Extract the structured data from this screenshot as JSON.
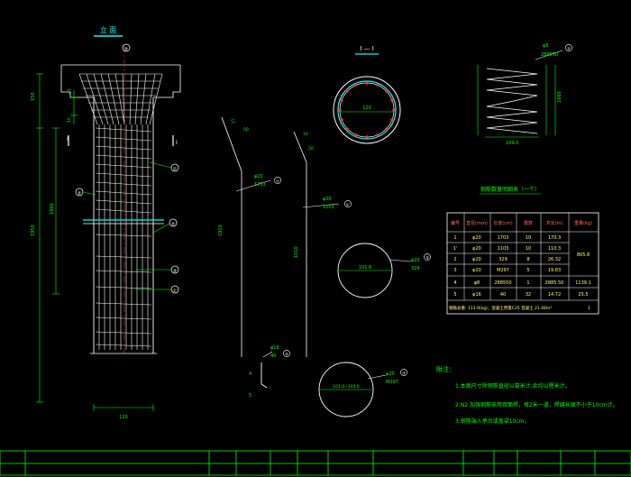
{
  "colors": {
    "background": "#000000",
    "line": "#ffffff",
    "green": "#00ff00",
    "cyan": "#00ffff",
    "yellow": "#ffff00",
    "red": "#ff3030",
    "table_header": "#ff6666",
    "table_text": "#ffff66"
  },
  "elevation": {
    "title": "立 面",
    "callouts": [
      "⑤",
      "①",
      "②",
      "③",
      "①'",
      "⑤"
    ],
    "dims_left": [
      "150",
      "1950",
      "1900"
    ],
    "dims_mid": [
      "45",
      "10"
    ],
    "dim_bottom": "120",
    "section_mark": "I"
  },
  "section": {
    "title": "I — I",
    "inner_dim": "120"
  },
  "spiral": {
    "callout": "④",
    "label_top": "φ8",
    "label_bottom": "288550",
    "height_dim": "1660",
    "width_dim": "109.0"
  },
  "bars": {
    "bar1": {
      "callout": "①",
      "dia": "φ20",
      "len": "1703",
      "top_dim": "12",
      "mid_dim": "50"
    },
    "bar1p": {
      "callout": "①'",
      "dia": "φ20",
      "len": "1103",
      "top_dim": "10",
      "mid_dim": "50",
      "height": "1010"
    },
    "bar2": {
      "callout": "②",
      "dia": "φ20",
      "len": "329",
      "diameter": "101.6"
    },
    "bar3": {
      "callout": "③",
      "dia": "φ20",
      "len": "M297",
      "diameter": "101.6~144.6"
    },
    "bar5": {
      "callout": "⑤",
      "dia": "φ16",
      "len": "40",
      "dims": [
        "4",
        "5"
      ]
    },
    "left_vertical": "1910"
  },
  "table": {
    "title": "钢筋数量明细表（一个）",
    "headers": [
      "编号",
      "直径(mm)",
      "长度(cm)",
      "根数",
      "共长(m)",
      "重量(kg)"
    ],
    "rows": [
      [
        "1",
        "φ20",
        "1703",
        "10",
        "170.3",
        ""
      ],
      [
        "1'",
        "φ20",
        "1103",
        "10",
        "110.3",
        ""
      ],
      [
        "2",
        "φ20",
        "329",
        "8",
        "26.32",
        ""
      ],
      [
        "3",
        "φ20",
        "M297",
        "5",
        "19.83",
        ""
      ],
      [
        "4",
        "φ8",
        "288550",
        "1",
        "2885.50",
        "1139.1"
      ],
      [
        "5",
        "φ16",
        "40",
        "32",
        "14.72",
        "25.5"
      ]
    ],
    "weight_merged": "805.8",
    "total": "钢筋总重: 113.9(kg)；混凝土用量C25 混凝土 21.48m³",
    "page_mark": "1"
  },
  "notes": {
    "title": "附注：",
    "items": [
      "1.本图尺寸除钢筋直径以毫米计,余均以厘米计。",
      "2.N2 加强钢筋采用双面焊，每2米一道，焊缝长度不小于10cm计。",
      "3.钢筋端入承台或盖梁10cm。"
    ]
  }
}
